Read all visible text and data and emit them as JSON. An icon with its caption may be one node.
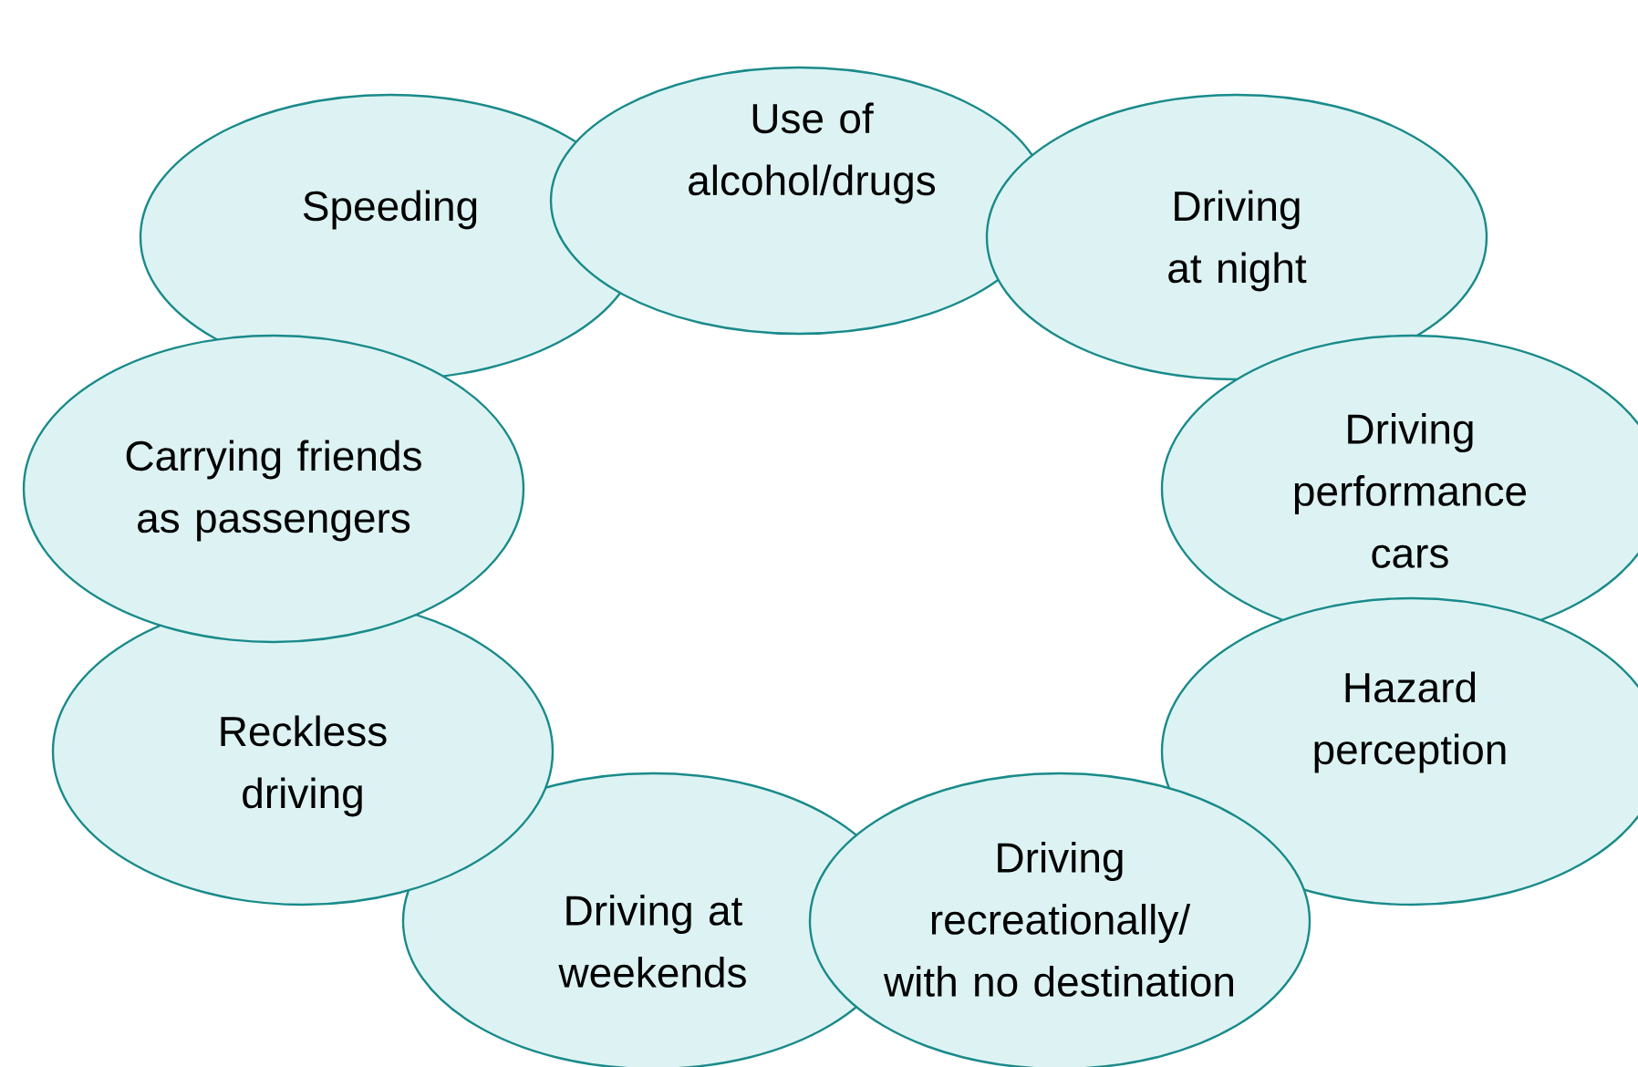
{
  "diagram": {
    "nodes": [
      {
        "text": [
          "Speeding"
        ]
      },
      {
        "text": [
          "Use of alcohol/drugs"
        ]
      },
      {
        "text": [
          "Driving at night"
        ]
      },
      {
        "text": [
          "Driving performance cars"
        ]
      },
      {
        "text": [
          "Hazard perception"
        ]
      },
      {
        "text": [
          "Driving recreationally/ with no destination"
        ]
      },
      {
        "text": [
          "Driving at weekends"
        ]
      },
      {
        "text": [
          "Reckless driving"
        ]
      },
      {
        "text": [
          "Carrying friends as passengers"
        ]
      }
    ]
  }
}
